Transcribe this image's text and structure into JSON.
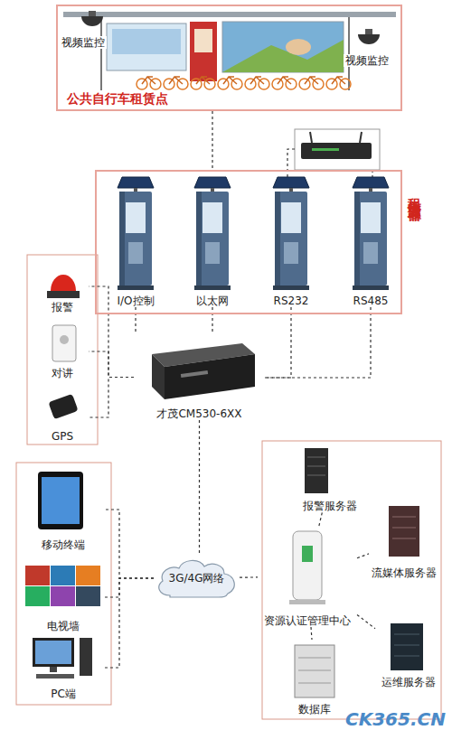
{
  "diagram": {
    "nodes": [
      {
        "text": [
          "公共自行车租赁点"
        ]
      },
      {
        "text": [
          "租赁点管理器"
        ]
      },
      {
        "text": [
          "I/O控制"
        ],
        "in": 1
      },
      {
        "text": [
          "以太网"
        ],
        "in": 1
      },
      {
        "text": [
          "RS232"
        ],
        "in": 1
      },
      {
        "text": [
          "RS485"
        ],
        "in": 1
      },
      {
        "text": [
          "报警"
        ]
      },
      {
        "text": [
          "对讲"
        ]
      },
      {
        "text": [
          "GPS"
        ]
      },
      {
        "text": [
          "才茂CM530-6XX"
        ]
      },
      {
        "text": [
          "移动终端"
        ]
      },
      {
        "text": [
          "电视墙"
        ]
      },
      {
        "text": [
          "PC端"
        ]
      },
      {
        "text": [
          "3G/4G网络"
        ]
      },
      {
        "text": [
          "报警服务器"
        ]
      },
      {
        "text": [
          "流媒体服务器"
        ]
      },
      {
        "text": [
          "资源认证管理中心"
        ]
      },
      {
        "text": [
          "运维服务器"
        ]
      },
      {
        "text": [
          "数据库"
        ]
      }
    ],
    "edges": [
      {
        "from": 0,
        "to": 1,
        "arrow": "none"
      },
      {
        "from": 2,
        "to": 9,
        "arrow": "none"
      },
      {
        "from": 3,
        "to": 9,
        "arrow": "none"
      },
      {
        "from": 4,
        "to": 9,
        "arrow": "none"
      },
      {
        "from": 5,
        "to": 9,
        "arrow": "none"
      },
      {
        "from": 9,
        "to": 6,
        "arrow": "none"
      },
      {
        "from": 9,
        "to": 7,
        "arrow": "none"
      },
      {
        "from": 9,
        "to": 8,
        "arrow": "none"
      },
      {
        "from": 9,
        "to": 13,
        "arrow": "none"
      },
      {
        "from": 13,
        "to": 10,
        "arrow": "none"
      },
      {
        "from": 13,
        "to": 11,
        "arrow": "none"
      },
      {
        "from": 13,
        "to": 12,
        "arrow": "none"
      },
      {
        "from": 13,
        "to": 16,
        "arrow": "none"
      },
      {
        "from": 16,
        "to": 14,
        "arrow": "none"
      },
      {
        "from": 16,
        "to": 15,
        "arrow": "none"
      },
      {
        "from": 16,
        "to": 17,
        "arrow": "none"
      },
      {
        "from": 16,
        "to": 18,
        "arrow": "none"
      }
    ],
    "labels": [
      "视频监控",
      "视频监控",
      "CK365.CN"
    ]
  }
}
